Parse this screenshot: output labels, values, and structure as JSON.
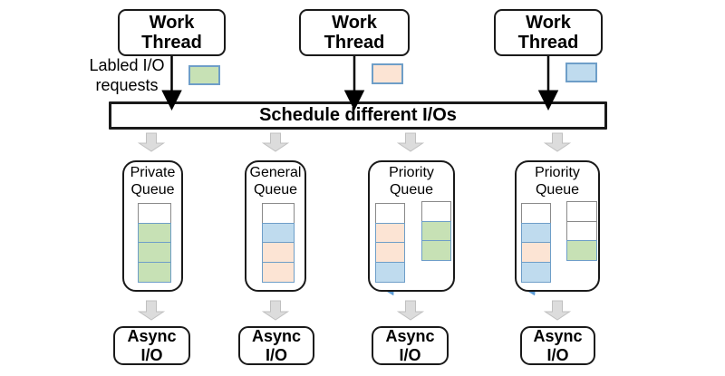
{
  "caption": "Labled I/O\nrequests",
  "scheduler": {
    "label": "Schedule different I/Os"
  },
  "work_threads": [
    {
      "label": "Work\nThread",
      "request_color": "green"
    },
    {
      "label": "Work\nThread",
      "request_color": "peach"
    },
    {
      "label": "Work\nThread",
      "request_color": "blue"
    }
  ],
  "queues": [
    {
      "title": "Private\nQueue",
      "stacks": [
        [
          "white",
          "green",
          "green",
          "green"
        ]
      ]
    },
    {
      "title": "General\nQueue",
      "stacks": [
        [
          "white",
          "blue",
          "peach",
          "peach"
        ]
      ]
    },
    {
      "title": "Priority\nQueue",
      "stacks": [
        [
          "white",
          "peach",
          "peach",
          "blue"
        ],
        [
          "white",
          "green",
          "green"
        ]
      ],
      "promotion_arrow": true
    },
    {
      "title": "Priority\nQueue",
      "stacks": [
        [
          "white",
          "blue",
          "peach",
          "blue"
        ],
        [
          "white",
          "white",
          "green"
        ]
      ],
      "promotion_arrow": true
    }
  ],
  "async_boxes": [
    {
      "label": "Async\nI/O"
    },
    {
      "label": "Async\nI/O"
    },
    {
      "label": "Async\nI/O"
    },
    {
      "label": "Async\nI/O"
    }
  ],
  "colors": {
    "green": "#c7e1b5",
    "peach": "#fce4d4",
    "blue": "#bfdbee",
    "white": "#ffffff",
    "cell_border": "#6e9ec8",
    "white_cell_border": "#8a8a8a",
    "promotion_arrow": "#5b9bd5",
    "flow_arrow_gray": "#dcdcdc",
    "thread_arrow_black": "#000000"
  }
}
